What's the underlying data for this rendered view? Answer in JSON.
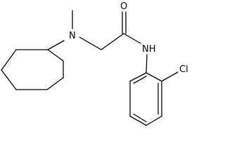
{
  "molecule": {
    "atoms": {
      "amide_oxygen": "O",
      "amide_nitrogen": "NH",
      "amine_nitrogen": "N",
      "chlorine": "Cl"
    }
  }
}
